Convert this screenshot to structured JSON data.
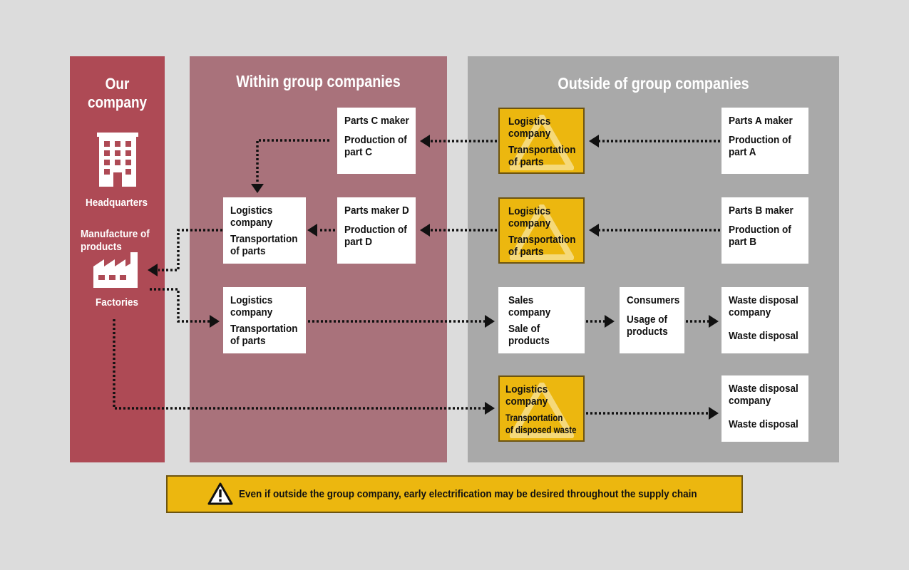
{
  "panels": {
    "our_company": {
      "title_line1": "Our",
      "title_line2": "company"
    },
    "within": {
      "title": "Within group companies"
    },
    "outside": {
      "title": "Outside of group companies"
    }
  },
  "our_company": {
    "headquarters": "Headquarters",
    "manufacture_line1": "Manufacture of",
    "manufacture_line2": "products",
    "factories": "Factories"
  },
  "boxes": {
    "parts_c": {
      "name": "Parts C maker",
      "act1": "Production of",
      "act2": "part C"
    },
    "parts_d": {
      "name": "Parts maker D",
      "act1": "Production of",
      "act2": "part D"
    },
    "logistics_within_1": {
      "name1": "Logistics",
      "name2": "company",
      "act1": "Transportation",
      "act2": "of parts"
    },
    "logistics_within_2": {
      "name1": "Logistics",
      "name2": "company",
      "act1": "Transportation",
      "act2": "of parts"
    },
    "logistics_out_1": {
      "name1": "Logistics",
      "name2": "company",
      "act1": "Transportation",
      "act2": "of parts"
    },
    "logistics_out_2": {
      "name1": "Logistics",
      "name2": "company",
      "act1": "Transportation",
      "act2": "of parts"
    },
    "logistics_out_3": {
      "name1": "Logistics",
      "name2": "company",
      "act1": "Transportation",
      "act2": "of disposed waste"
    },
    "parts_a": {
      "name": "Parts A maker",
      "act1": "Production of",
      "act2": "part A"
    },
    "parts_b": {
      "name": "Parts B maker",
      "act1": "Production of",
      "act2": "part B"
    },
    "sales": {
      "name1": "Sales",
      "name2": "company",
      "act1": "Sale of",
      "act2": "products"
    },
    "consumers": {
      "name": "Consumers",
      "act1": "Usage of",
      "act2": "products"
    },
    "waste_1": {
      "name1": "Waste disposal",
      "name2": "company",
      "act": "Waste disposal"
    },
    "waste_2": {
      "name1": "Waste disposal",
      "name2": "company",
      "act": "Waste disposal"
    }
  },
  "note": {
    "text": "Even if outside the group company, early electrification may be desired throughout the supply chain"
  },
  "colors": {
    "our": "#ae4a55",
    "within": "#a9727b",
    "outside": "#a9a9a9",
    "warning": "#ecb70f",
    "background": "#dcdcdc"
  },
  "icons": [
    "building-icon",
    "factory-icon",
    "warning-icon"
  ]
}
